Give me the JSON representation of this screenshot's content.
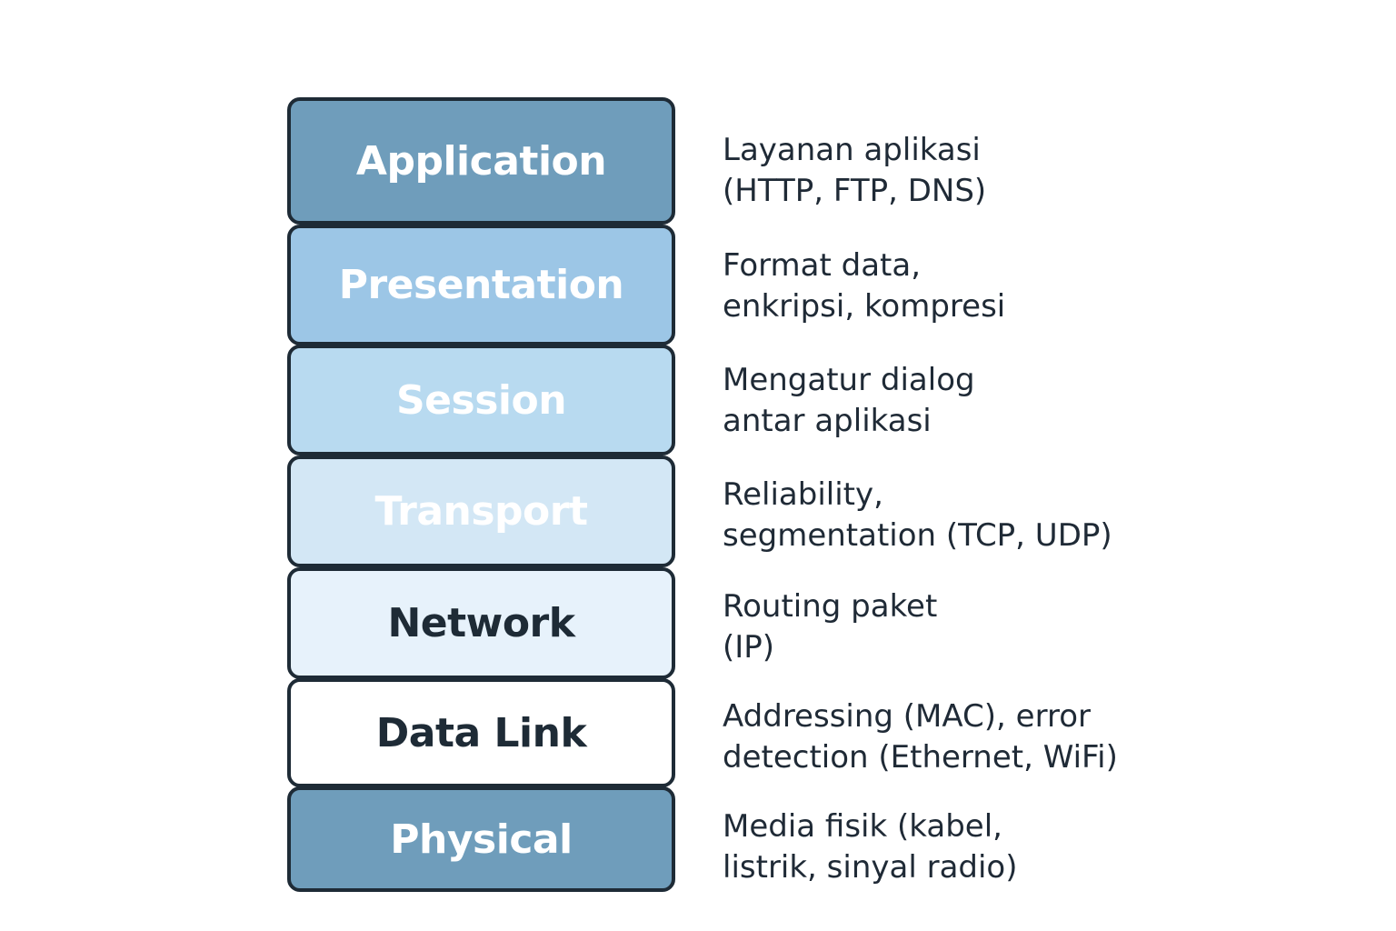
{
  "layers": [
    {
      "name": "Application",
      "fill": "#6f9dbb",
      "text_color": "#ffffff",
      "desc_line1": "Layanan aplikasi",
      "desc_line2": "(HTTP, FTP, DNS)"
    },
    {
      "name": "Presentation",
      "fill": "#9cc6e6",
      "text_color": "#ffffff",
      "desc_line1": "Format data,",
      "desc_line2": "enkripsi, kompresi"
    },
    {
      "name": "Session",
      "fill": "#b8daf0",
      "text_color": "#ffffff",
      "desc_line1": "Mengatur dialog",
      "desc_line2": "antar aplikasi"
    },
    {
      "name": "Transport",
      "fill": "#d3e7f5",
      "text_color": "#ffffff",
      "desc_line1": "Reliability,",
      "desc_line2": "segmentation (TCP, UDP)"
    },
    {
      "name": "Network",
      "fill": "#e7f2fb",
      "text_color": "#1e2b36",
      "desc_line1": "Routing paket",
      "desc_line2": "(IP)"
    },
    {
      "name": "Data Link",
      "fill": "#ffffff",
      "text_color": "#1e2b36",
      "desc_line1": "Addressing (MAC), error",
      "desc_line2": "detection (Ethernet, WiFi)"
    },
    {
      "name": "Physical",
      "fill": "#6f9dbb",
      "text_color": "#ffffff",
      "desc_line1": "Media fisik (kabel,",
      "desc_line2": "listrik, sinyal radio)"
    }
  ]
}
